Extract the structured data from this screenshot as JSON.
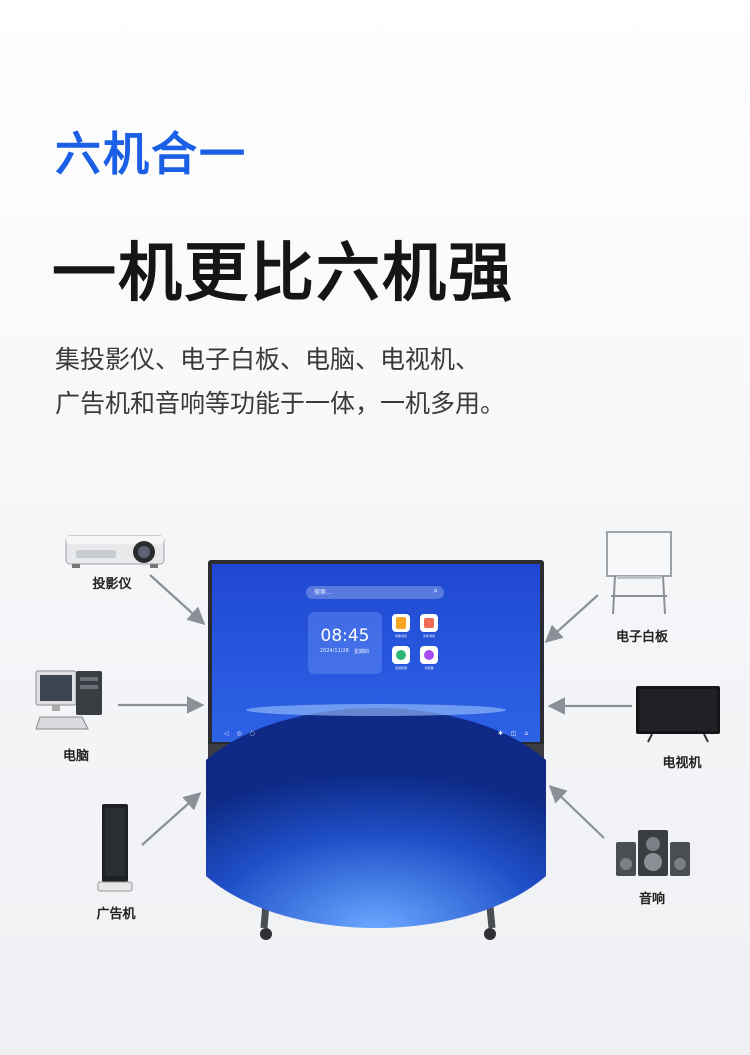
{
  "tagline": "六机合一",
  "headline": "一机更比六机强",
  "description": {
    "line1": "集投影仪、电子白板、电脑、电视机、",
    "line2": "广告机和音响等功能于一体，一机多用。"
  },
  "devices": {
    "projector": "投影仪",
    "computer": "电脑",
    "ad_machine": "广告机",
    "whiteboard": "电子白板",
    "tv": "电视机",
    "speaker": "音响"
  },
  "screen": {
    "search_placeholder": "搜索...",
    "time": "08:45",
    "date": "2024/11/28",
    "weekday": "星期四",
    "apps": [
      "智能书写",
      "文件浏览",
      "无线传屏",
      "浏览器"
    ]
  },
  "colors": {
    "accent": "#1a5fe6",
    "screen_blue": "#2a52d6",
    "headline": "#151515"
  }
}
